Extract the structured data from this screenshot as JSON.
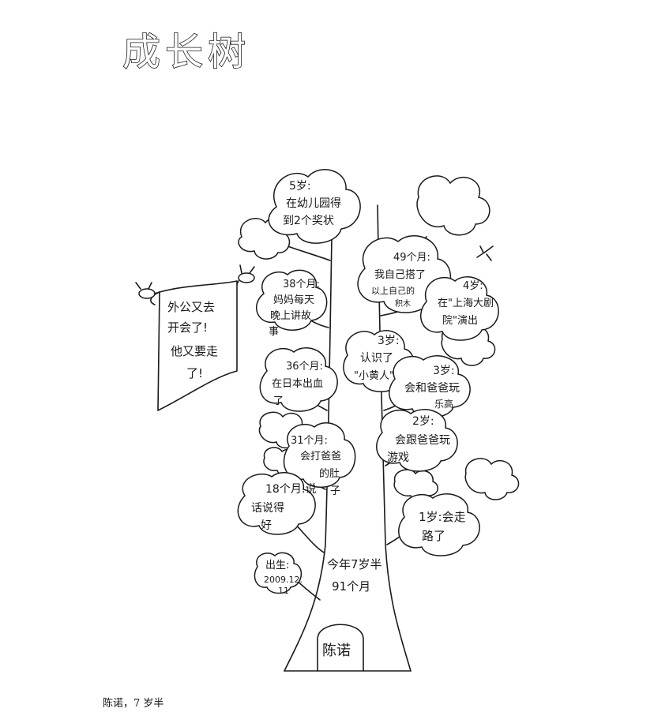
{
  "title": "成长树",
  "trunk": {
    "name": "陈诺",
    "age_line1": "今年7岁半",
    "age_line2": "91个月"
  },
  "scroll": {
    "lines": [
      "外公又去",
      "开会了!",
      "他又要走",
      "了!"
    ]
  },
  "milestones": [
    {
      "lines": [
        "5岁:",
        "在幼儿园得",
        "到2个奖状"
      ]
    },
    {
      "lines": [
        "49个月:",
        "我自己搭了",
        "以上自己的",
        "积木"
      ]
    },
    {
      "lines": [
        "38个月:",
        "妈妈每天",
        "晚上讲故",
        "事"
      ]
    },
    {
      "lines": [
        "4岁:",
        "在\"上海大剧",
        "院\"演出"
      ]
    },
    {
      "lines": [
        "3岁:",
        "认识了",
        "\"小黄人\""
      ]
    },
    {
      "lines": [
        "36个月:",
        "在日本出血",
        "了"
      ]
    },
    {
      "lines": [
        "3岁:",
        "会和爸爸玩",
        "乐高"
      ]
    },
    {
      "lines": [
        "2岁:",
        "会跟爸爸玩",
        "游戏"
      ]
    },
    {
      "lines": [
        "31个月:",
        "会打爸爸",
        "的肚",
        "子"
      ]
    },
    {
      "lines": [
        "18个月:说",
        "话说得",
        "好"
      ]
    },
    {
      "lines": [
        "1岁:会走",
        "路了"
      ]
    },
    {
      "lines": [
        "出生:",
        "2009.12.",
        "11"
      ]
    }
  ],
  "caption": "陈诺，7 岁半"
}
